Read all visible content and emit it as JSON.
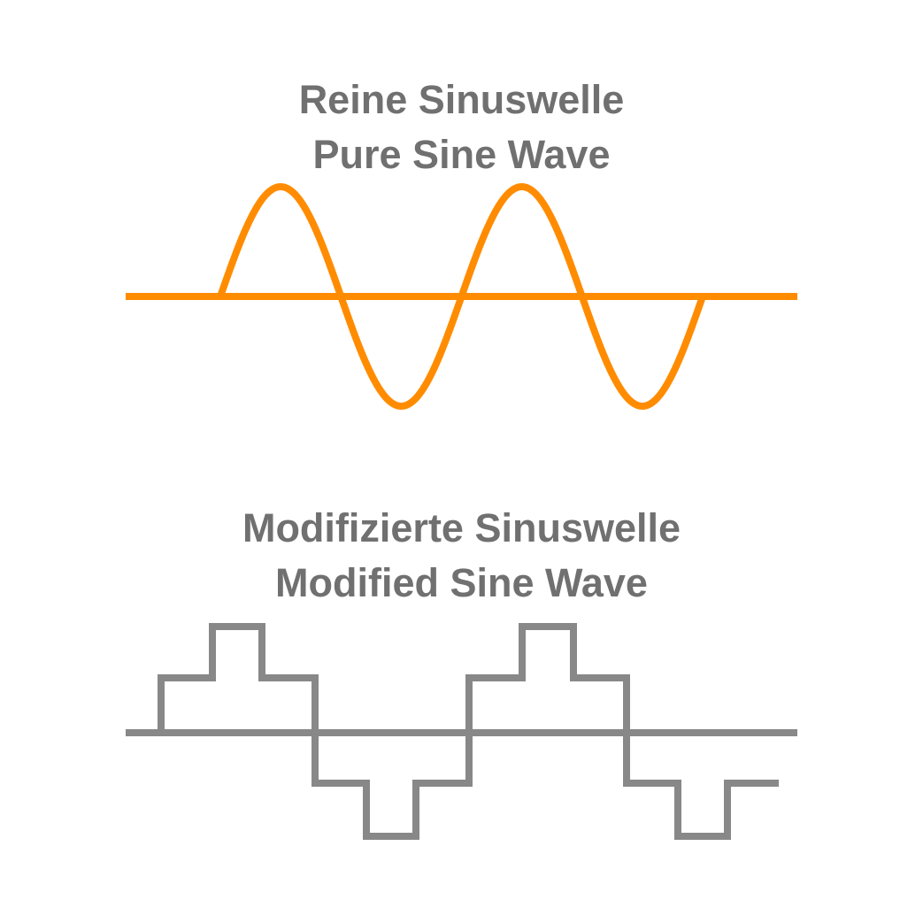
{
  "pure": {
    "title_de": "Reine Sinuswelle",
    "title_en": "Pure Sine Wave",
    "color": "#FF8C00",
    "cycles": 2,
    "starts_with": "positive half-cycle"
  },
  "modified": {
    "title_de": "Modifizierte Sinuswelle",
    "title_en": "Modified Sine Wave",
    "color": "#888888",
    "cycles": 2,
    "step_levels_per_half_cycle": 2,
    "starts_with": "positive half-cycle"
  }
}
